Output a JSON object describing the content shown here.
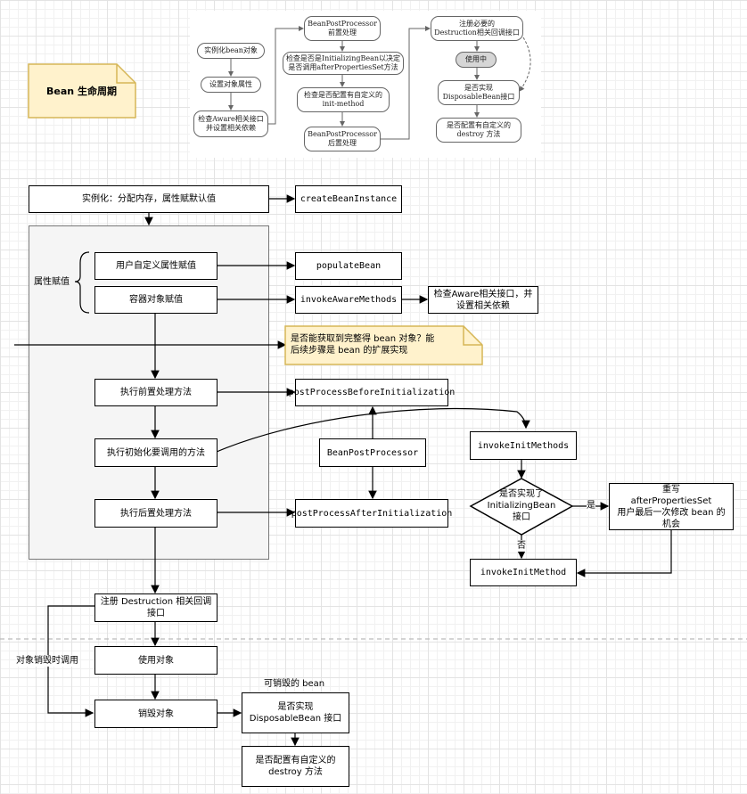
{
  "title_note": "Bean 生命周期",
  "reference": {
    "col1": [
      "实例化bean对象",
      "设置对象属性",
      "检查Aware相关接口\n并设置相关依赖"
    ],
    "col2": [
      "BeanPostProcessor\n前置处理",
      "检查是否是InitializingBean以决定\n是否调用afterPropertiesSet方法",
      "检查是否配置有自定义的\ninit-method",
      "BeanPostProcessor\n后置处理"
    ],
    "col3": [
      "注册必要的\nDestruction相关回调接口",
      "使用中",
      "是否实现\nDisposableBean接口",
      "是否配置有自定义的\ndestroy 方法"
    ]
  },
  "flow": {
    "instantiate": "实例化：分配内存，属性赋默认值",
    "create_bean_instance": "createBeanInstance",
    "attr_assign_label": "属性赋值",
    "user_attr": "用户自定义属性赋值",
    "populate_bean": "populateBean",
    "container_attr": "容器对象赋值",
    "invoke_aware": "invokeAwareMethods",
    "aware_note": "检查Aware相关接口，并\n设置相关依赖",
    "ext_note": "是否能获取到完整得 bean 对象？能\n后续步骤是 bean 的扩展实现",
    "before_init": "执行前置处理方法",
    "post_before": "postProcessBeforeInitialization",
    "init_method": "执行初始化要调用的方法",
    "bean_post_processor": "BeanPostProcessor",
    "invoke_init_methods": "invokeInitMethods",
    "is_initializing": "是否实现了\nInitializingBean\n接口",
    "yes": "是",
    "no": "否",
    "rewrite": "重写\nafterPropertiesSet\n用户最后一次修改 bean 的\n机会",
    "invoke_init_method": "invokeInitMethod",
    "after_init": "执行后置处理方法",
    "post_after": "postProcessAfterInitialization",
    "register_destruction": "注册 Destruction 相关回调\n接口",
    "destroy_call": "对象销毁时调用",
    "use_object": "使用对象",
    "destroy_object": "销毁对象",
    "destroyable_bean": "可销毁的 bean",
    "disposable": "是否实现\nDisposableBean 接口",
    "custom_destroy": "是否配置有自定义的\ndestroy 方法"
  },
  "colors": {
    "note_fill": "#fff2cc",
    "note_stroke": "#d6b656",
    "group_fill": "#f5f5f5"
  }
}
